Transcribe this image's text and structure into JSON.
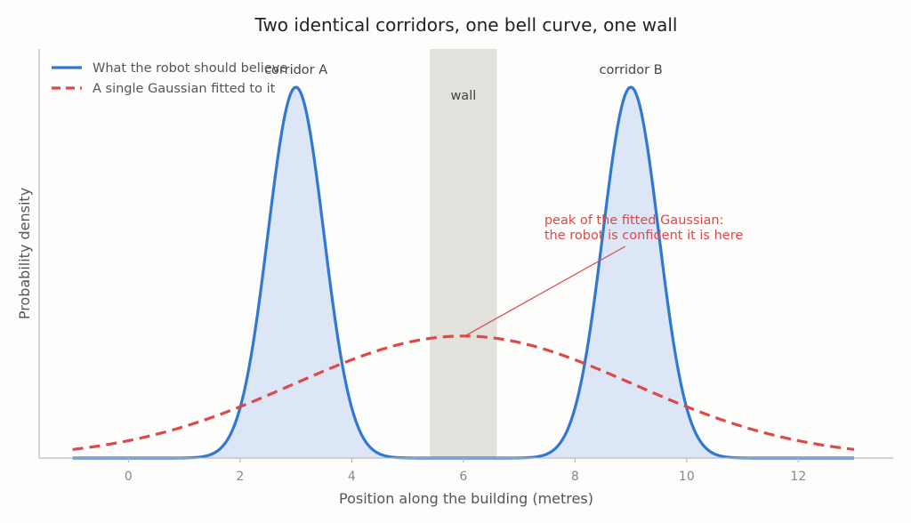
{
  "chart_data": {
    "type": "line",
    "title": "Two identical corridors, one bell curve, one wall",
    "xlabel": "Position along the building (metres)",
    "ylabel": "Probability density",
    "xlim": [
      -1.6,
      13.7
    ],
    "ylim": [
      0,
      0.44
    ],
    "xticks": [
      0,
      2,
      4,
      6,
      8,
      10,
      12
    ],
    "grid": false,
    "legend_position": "top-left",
    "series": [
      {
        "name": "What the robot should believe",
        "style": "solid",
        "fill": true,
        "color": "#3178d0",
        "fill_color": "#dce6f7",
        "mixture": [
          {
            "mean": 3,
            "sd": 0.5,
            "weight": 0.5
          },
          {
            "mean": 9,
            "sd": 0.5,
            "weight": 0.5
          }
        ],
        "peak_density": 0.399
      },
      {
        "name": "A single Gaussian fitted to it",
        "style": "dashed",
        "fill": false,
        "color": "#dd4848",
        "mixture": [
          {
            "mean": 6,
            "sd": 3.04,
            "weight": 1
          }
        ],
        "peak_density": 0.131
      }
    ],
    "x_domain": [
      -1,
      13
    ],
    "wall": {
      "label": "wall",
      "x_start": 5.4,
      "x_end": 6.6,
      "color": "#e2e1db"
    },
    "annotations": [
      {
        "text": "corridor A",
        "x": 3
      },
      {
        "text": "corridor B",
        "x": 9
      }
    ],
    "callout": {
      "lines": [
        "peak of the fitted Gaussian:",
        "the robot is confident it is here"
      ],
      "target_x": 6,
      "color": "#dd4848"
    }
  }
}
